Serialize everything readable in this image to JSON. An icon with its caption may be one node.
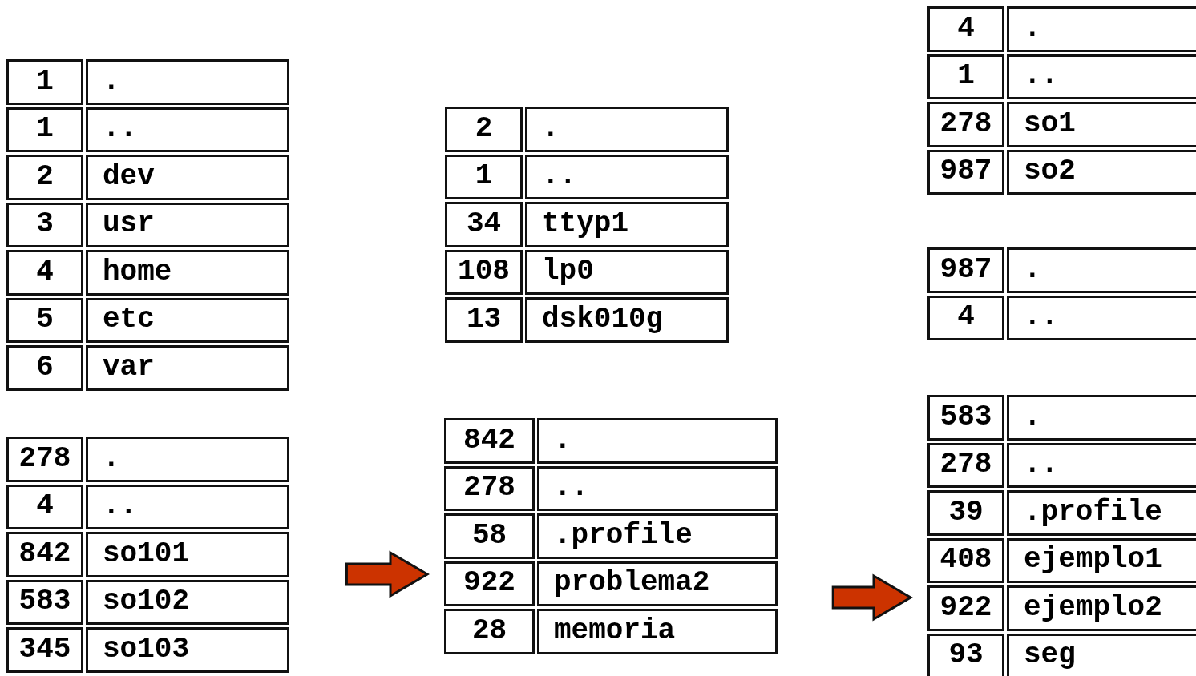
{
  "diagram": {
    "nodes": [
      {
        "text": [
          "1",
          ".",
          "1",
          "..",
          "2",
          "dev",
          "3",
          "usr",
          "4",
          "home",
          "5",
          "etc",
          "6",
          "var"
        ]
      },
      {
        "text": [
          "278",
          ".",
          "4",
          "..",
          "842",
          "so101",
          "583",
          "so102",
          "345",
          "so103"
        ]
      },
      {
        "text": [
          "2",
          ".",
          "1",
          "..",
          "34",
          "ttyp1",
          "108",
          "lp0",
          "13",
          "dsk010g"
        ]
      },
      {
        "text": [
          "842",
          ".",
          "278",
          "..",
          "58",
          ".profile",
          "922",
          "problema2",
          "28",
          "memoria"
        ]
      },
      {
        "text": [
          "4",
          ".",
          "1",
          "..",
          "278",
          "so1",
          "987",
          "so2"
        ]
      },
      {
        "text": [
          "987",
          ".",
          "4",
          ".."
        ]
      },
      {
        "text": [
          "583",
          ".",
          "278",
          "..",
          "39",
          ".profile",
          "408",
          "ejemplo1",
          "922",
          "ejemplo2",
          "93",
          "seg"
        ]
      }
    ],
    "edges": [
      {
        "from": 1,
        "to": 3,
        "arrow": "to"
      },
      {
        "from": 3,
        "to": 6,
        "arrow": "to"
      }
    ]
  }
}
